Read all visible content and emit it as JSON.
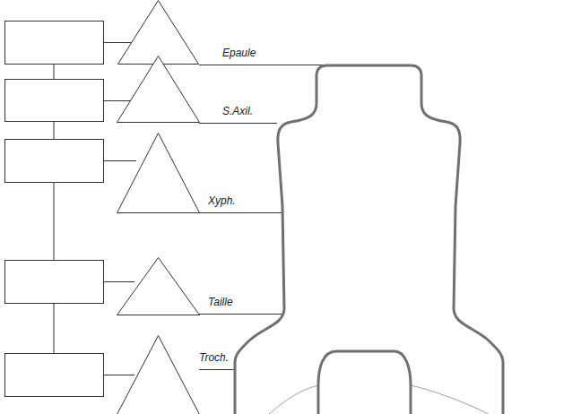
{
  "diagram": {
    "labels": [
      "Epaule",
      "S.Axil.",
      "Xyph.",
      "Taille",
      "Troch."
    ]
  }
}
